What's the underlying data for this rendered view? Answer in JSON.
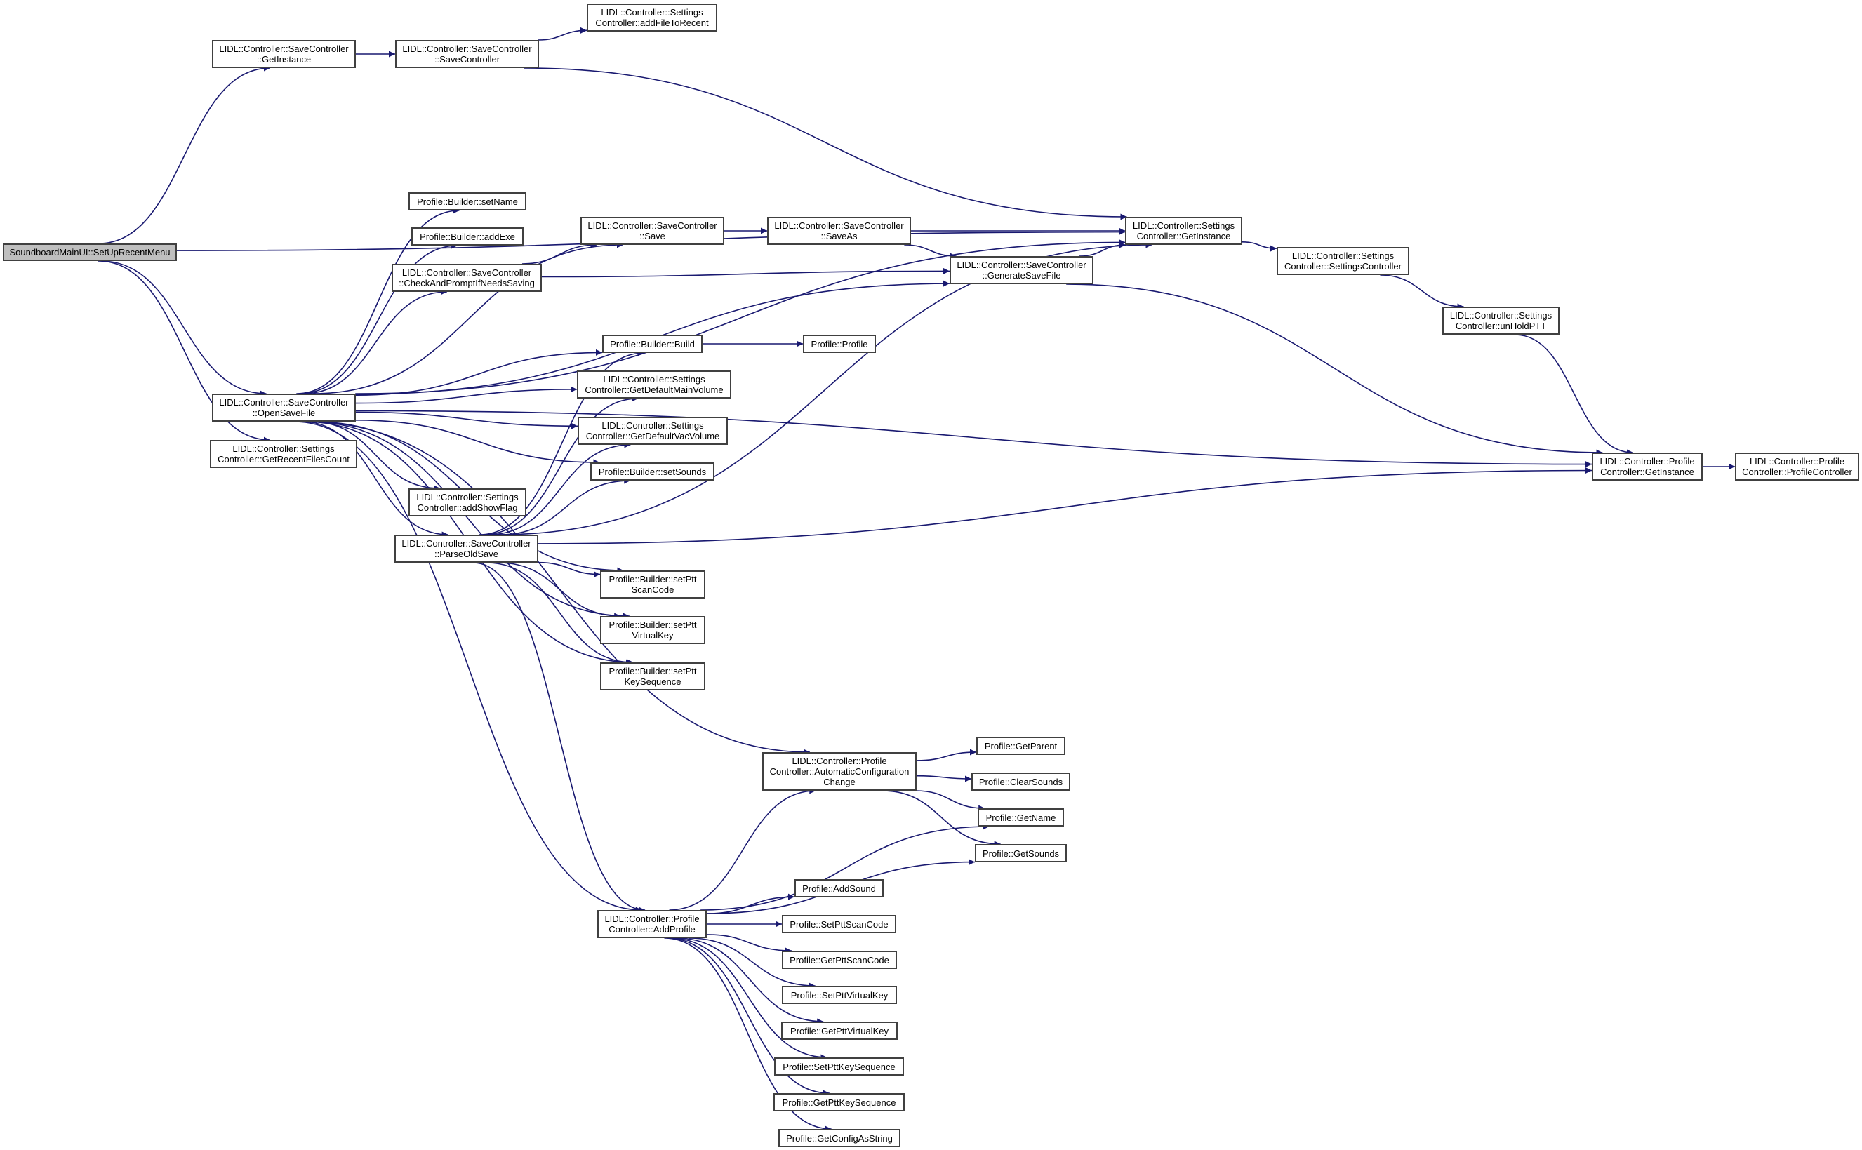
{
  "graph": {
    "type": "call-graph",
    "edge_color": "#191970",
    "node_border_color": "#404040",
    "root_fill_color": "#bfbfbf",
    "node_fill_color": "#ffffff",
    "nodes": [
      {
        "id": "root",
        "label": "SoundboardMainUI::SetUpRecentMenu",
        "root": true
      },
      {
        "id": "sc_getinstance",
        "label": "LIDL::Controller::SaveController\n::GetInstance"
      },
      {
        "id": "sc_ctor",
        "label": "LIDL::Controller::SaveController\n::SaveController"
      },
      {
        "id": "set_addfiletorecent",
        "label": "LIDL::Controller::Settings\nController::addFileToRecent"
      },
      {
        "id": "pb_setname",
        "label": "Profile::Builder::setName"
      },
      {
        "id": "pb_addexe",
        "label": "Profile::Builder::addExe"
      },
      {
        "id": "sc_checkprompt",
        "label": "LIDL::Controller::SaveController\n::CheckAndPromptIfNeedsSaving"
      },
      {
        "id": "sc_save",
        "label": "LIDL::Controller::SaveController\n::Save"
      },
      {
        "id": "sc_saveas",
        "label": "LIDL::Controller::SaveController\n::SaveAs"
      },
      {
        "id": "sc_generate",
        "label": "LIDL::Controller::SaveController\n::GenerateSaveFile"
      },
      {
        "id": "set_getinstance",
        "label": "LIDL::Controller::Settings\nController::GetInstance"
      },
      {
        "id": "set_ctor",
        "label": "LIDL::Controller::Settings\nController::SettingsController"
      },
      {
        "id": "set_unholdptt",
        "label": "LIDL::Controller::Settings\nController::unHoldPTT"
      },
      {
        "id": "pc_getinstance",
        "label": "LIDL::Controller::Profile\nController::GetInstance"
      },
      {
        "id": "pc_ctor",
        "label": "LIDL::Controller::Profile\nController::ProfileController"
      },
      {
        "id": "sc_opensave",
        "label": "LIDL::Controller::SaveController\n::OpenSaveFile"
      },
      {
        "id": "set_recentcount",
        "label": "LIDL::Controller::Settings\nController::GetRecentFilesCount"
      },
      {
        "id": "pb_build",
        "label": "Profile::Builder::Build"
      },
      {
        "id": "profile_ctor",
        "label": "Profile::Profile"
      },
      {
        "id": "set_mainvol",
        "label": "LIDL::Controller::Settings\nController::GetDefaultMainVolume"
      },
      {
        "id": "set_vacvol",
        "label": "LIDL::Controller::Settings\nController::GetDefaultVacVolume"
      },
      {
        "id": "pb_setsounds",
        "label": "Profile::Builder::setSounds"
      },
      {
        "id": "set_showflag",
        "label": "LIDL::Controller::Settings\nController::addShowFlag"
      },
      {
        "id": "sc_parseold",
        "label": "LIDL::Controller::SaveController\n::ParseOldSave"
      },
      {
        "id": "pb_scancode",
        "label": "Profile::Builder::setPtt\nScanCode"
      },
      {
        "id": "pb_virtualkey",
        "label": "Profile::Builder::setPtt\nVirtualKey"
      },
      {
        "id": "pb_keyseq",
        "label": "Profile::Builder::setPtt\nKeySequence"
      },
      {
        "id": "pc_autoconf",
        "label": "LIDL::Controller::Profile\nController::AutomaticConfiguration\nChange"
      },
      {
        "id": "p_getparent",
        "label": "Profile::GetParent"
      },
      {
        "id": "p_clearsounds",
        "label": "Profile::ClearSounds"
      },
      {
        "id": "p_getname",
        "label": "Profile::GetName"
      },
      {
        "id": "p_getsounds",
        "label": "Profile::GetSounds"
      },
      {
        "id": "pc_addprofile",
        "label": "LIDL::Controller::Profile\nController::AddProfile"
      },
      {
        "id": "p_addsound",
        "label": "Profile::AddSound"
      },
      {
        "id": "p_setscancode",
        "label": "Profile::SetPttScanCode"
      },
      {
        "id": "p_getscancode",
        "label": "Profile::GetPttScanCode"
      },
      {
        "id": "p_setvirtualkey",
        "label": "Profile::SetPttVirtualKey"
      },
      {
        "id": "p_getvirtualkey",
        "label": "Profile::GetPttVirtualKey"
      },
      {
        "id": "p_setkeyseq",
        "label": "Profile::SetPttKeySequence"
      },
      {
        "id": "p_getkeyseq",
        "label": "Profile::GetPttKeySequence"
      },
      {
        "id": "p_getconfig",
        "label": "Profile::GetConfigAsString"
      }
    ],
    "edges": [
      [
        "root",
        "sc_getinstance"
      ],
      [
        "root",
        "set_getinstance"
      ],
      [
        "root",
        "sc_opensave"
      ],
      [
        "root",
        "set_recentcount"
      ],
      [
        "sc_getinstance",
        "sc_ctor"
      ],
      [
        "sc_ctor",
        "set_addfiletorecent"
      ],
      [
        "sc_ctor",
        "set_getinstance"
      ],
      [
        "sc_opensave",
        "set_getinstance"
      ],
      [
        "sc_opensave",
        "sc_save"
      ],
      [
        "sc_opensave",
        "pb_setname"
      ],
      [
        "sc_opensave",
        "pb_addexe"
      ],
      [
        "sc_opensave",
        "sc_checkprompt"
      ],
      [
        "sc_opensave",
        "sc_generate"
      ],
      [
        "sc_opensave",
        "pb_build"
      ],
      [
        "sc_opensave",
        "set_mainvol"
      ],
      [
        "sc_opensave",
        "set_vacvol"
      ],
      [
        "sc_opensave",
        "pb_setsounds"
      ],
      [
        "sc_opensave",
        "set_showflag"
      ],
      [
        "sc_opensave",
        "sc_parseold"
      ],
      [
        "sc_opensave",
        "pb_scancode"
      ],
      [
        "sc_opensave",
        "pb_virtualkey"
      ],
      [
        "sc_opensave",
        "pb_keyseq"
      ],
      [
        "sc_opensave",
        "pc_getinstance"
      ],
      [
        "sc_opensave",
        "pc_autoconf"
      ],
      [
        "sc_opensave",
        "pc_addprofile"
      ],
      [
        "sc_checkprompt",
        "sc_save"
      ],
      [
        "sc_checkprompt",
        "sc_generate"
      ],
      [
        "sc_save",
        "sc_saveas"
      ],
      [
        "sc_saveas",
        "set_getinstance"
      ],
      [
        "sc_saveas",
        "sc_generate"
      ],
      [
        "sc_generate",
        "set_getinstance"
      ],
      [
        "sc_generate",
        "pc_getinstance"
      ],
      [
        "set_getinstance",
        "set_ctor"
      ],
      [
        "set_ctor",
        "set_unholdptt"
      ],
      [
        "set_unholdptt",
        "pc_getinstance"
      ],
      [
        "pc_getinstance",
        "pc_ctor"
      ],
      [
        "pb_build",
        "profile_ctor"
      ],
      [
        "sc_parseold",
        "pb_build"
      ],
      [
        "sc_parseold",
        "set_mainvol"
      ],
      [
        "sc_parseold",
        "set_vacvol"
      ],
      [
        "sc_parseold",
        "pb_setsounds"
      ],
      [
        "sc_parseold",
        "set_getinstance"
      ],
      [
        "sc_parseold",
        "pc_getinstance"
      ],
      [
        "sc_parseold",
        "pb_scancode"
      ],
      [
        "sc_parseold",
        "pb_virtualkey"
      ],
      [
        "sc_parseold",
        "pb_keyseq"
      ],
      [
        "sc_parseold",
        "pc_addprofile"
      ],
      [
        "pc_autoconf",
        "p_getparent"
      ],
      [
        "pc_autoconf",
        "p_clearsounds"
      ],
      [
        "pc_autoconf",
        "p_getname"
      ],
      [
        "pc_autoconf",
        "p_getsounds"
      ],
      [
        "pc_addprofile",
        "pc_autoconf"
      ],
      [
        "pc_addprofile",
        "p_getname"
      ],
      [
        "pc_addprofile",
        "p_getsounds"
      ],
      [
        "pc_addprofile",
        "p_addsound"
      ],
      [
        "pc_addprofile",
        "p_setscancode"
      ],
      [
        "pc_addprofile",
        "p_getscancode"
      ],
      [
        "pc_addprofile",
        "p_setvirtualkey"
      ],
      [
        "pc_addprofile",
        "p_getvirtualkey"
      ],
      [
        "pc_addprofile",
        "p_setkeyseq"
      ],
      [
        "pc_addprofile",
        "p_getkeyseq"
      ],
      [
        "pc_addprofile",
        "p_getconfig"
      ]
    ]
  }
}
